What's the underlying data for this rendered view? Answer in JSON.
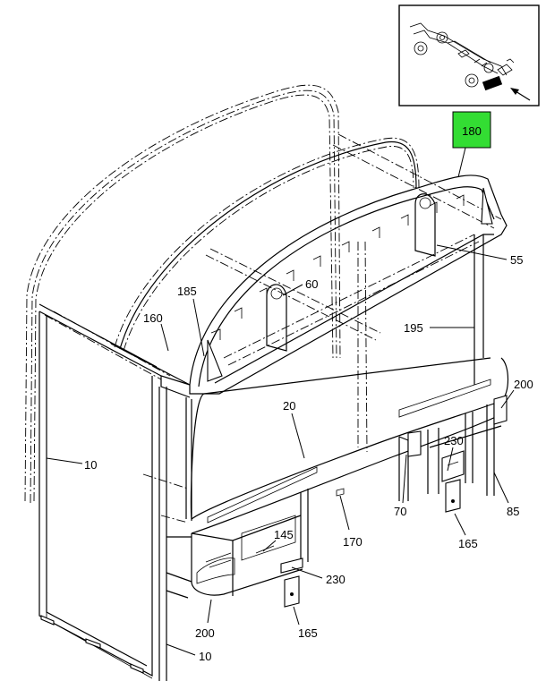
{
  "callouts": {
    "c180": "180",
    "c55": "55",
    "c60": "60",
    "c185": "185",
    "c160": "160",
    "c195": "195",
    "c200a": "200",
    "c20": "20",
    "c10a": "10",
    "c230a": "230",
    "c70": "70",
    "c85": "85",
    "c165a": "165",
    "c170": "170",
    "c145": "145",
    "c230b": "230",
    "c200b": "200",
    "c165b": "165",
    "c10b": "10"
  },
  "colors": {
    "highlight": "#33dd33",
    "line": "#000000",
    "background": "#ffffff"
  },
  "icons": {
    "locator_arrow": "arrow-left-up-icon"
  }
}
